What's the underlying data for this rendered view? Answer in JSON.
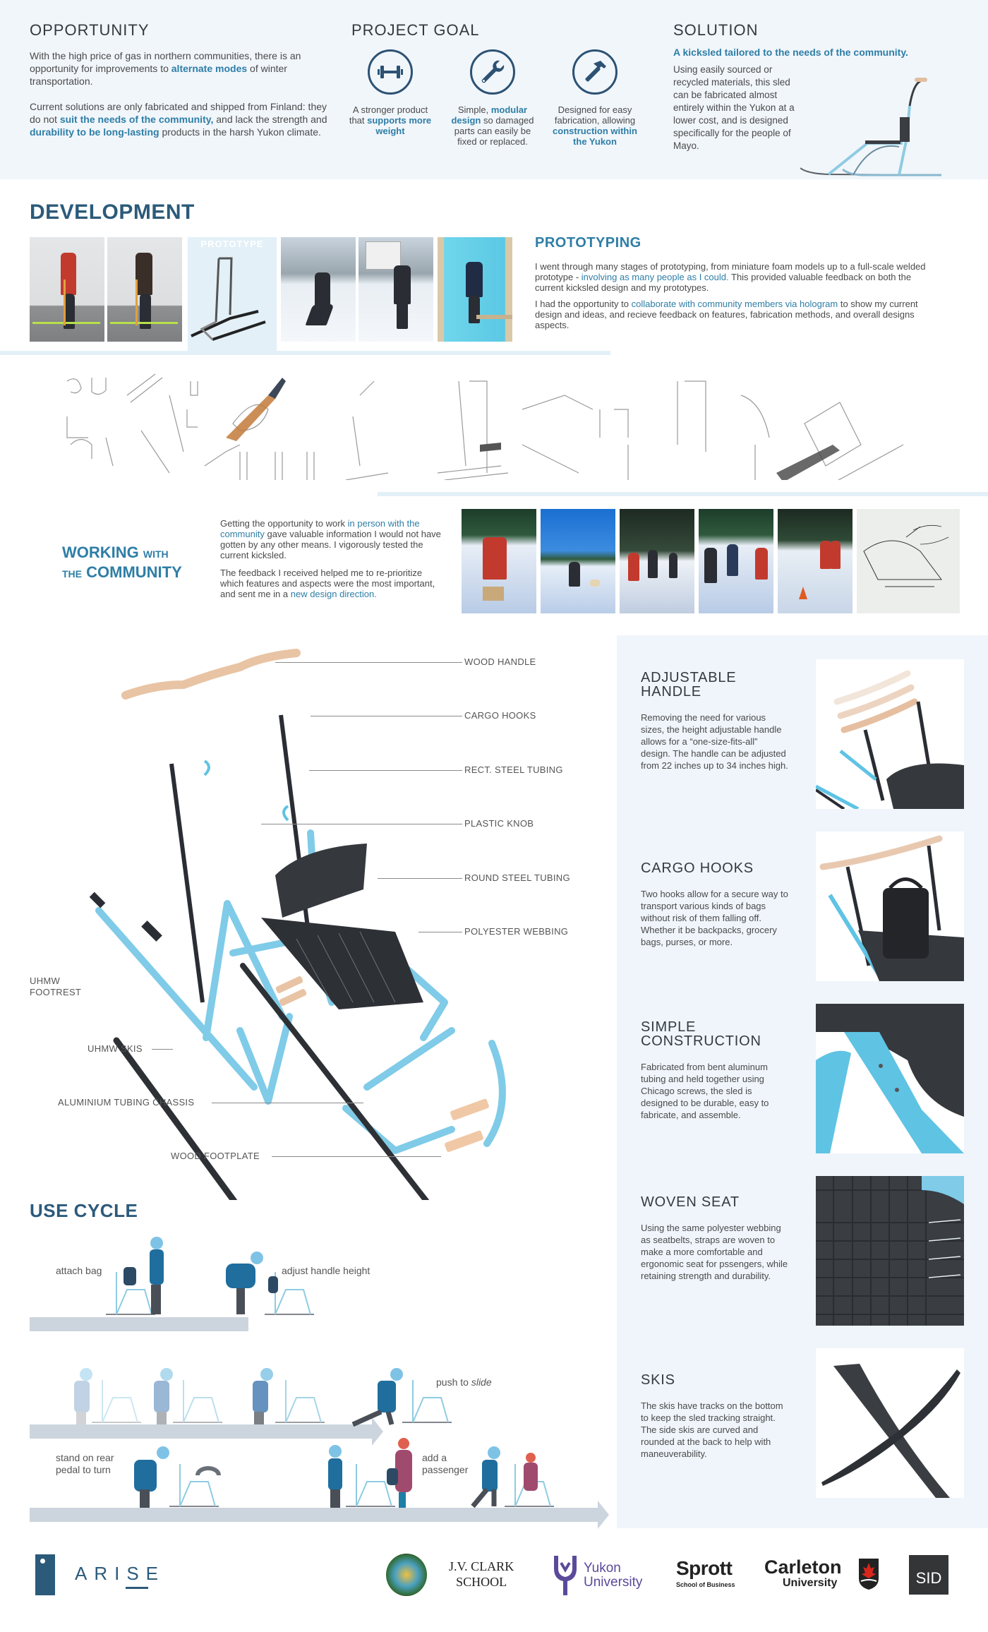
{
  "opportunity": {
    "title": "OPPORTUNITY",
    "p1_a": "With the high price of gas in northern communities, there is an opportunity for improvements to ",
    "p1_hl": "alternate modes",
    "p1_b": " of winter transportation.",
    "p2_a": "Current solutions are only fabricated and shipped from Finland: they do not ",
    "p2_hl1": "suit the needs of the community,",
    "p2_b": " and lack the strength and ",
    "p2_hl2": "durability to be long-lasting",
    "p2_c": " products in the harsh Yukon climate."
  },
  "project_goal": {
    "title": "PROJECT GOAL",
    "items": [
      {
        "icon": "dumbbell-icon",
        "text_a": "A stronger product that ",
        "hl": "supports more weight",
        "text_b": ""
      },
      {
        "icon": "wrench-icon",
        "text_a": "Simple, ",
        "hl": "modular design",
        "text_b": " so damaged parts can easily be fixed or replaced."
      },
      {
        "icon": "hammer-icon",
        "text_a": "Designed for easy fabrication, allowing ",
        "hl": "construction within the Yukon",
        "text_b": ""
      }
    ]
  },
  "solution": {
    "title": "SOLUTION",
    "subtitle": "A kicksled tailored to the needs of the community.",
    "body": "Using easily sourced or recycled materials, this sled can be fabricated almost entirely within the Yukon at a lower cost, and is designed specifically for the people of Mayo."
  },
  "development": {
    "title": "DEVELOPMENT",
    "prototype_label": "PROTOTYPE",
    "prototyping_title": "PROTOTYPING",
    "p1_a": "I went through many stages of prototyping, from miniature foam models up to a full-scale welded prototype - ",
    "p1_hl": "involving as many people as I could.",
    "p1_b": " This provided valuable feedback on both the current kicksled design and my prototypes.",
    "p2_a": "I had the opportunity to ",
    "p2_hl": "collaborate with community members via hologram",
    "p2_b": " to show my current design and ideas, and recieve feedback on features, fabrication methods, and overall designs aspects."
  },
  "community": {
    "title_big1": "WORKING",
    "title_small1": "WITH",
    "title_small2": "THE",
    "title_big2": "COMMUNITY",
    "p1_a": "Getting the opportunity to work ",
    "p1_hl": "in person with the community",
    "p1_b": " gave valuable information I would not have gotten by any other means. I vigorously tested the current kicksled.",
    "p2_a": "The feedback I received helped me to re-prioritize which features and aspects were the most important, and sent me in a ",
    "p2_hl": "new design direction."
  },
  "exploded_view": {
    "labels": {
      "wood_handle": "WOOD HANDLE",
      "cargo_hooks": "CARGO HOOKS",
      "rect_steel": "RECT. STEEL TUBING",
      "plastic_knob": "PLASTIC KNOB",
      "round_steel": "ROUND STEEL TUBING",
      "polyester": "POLYESTER WEBBING",
      "uhmw_footrest": "UHMW\nFOOTREST",
      "uhmw_skis": "UHMW SKIS",
      "chassis": "ALUMINIUM TUBING CHASSIS",
      "footplate": "WOOD FOOTPLATE"
    }
  },
  "features": [
    {
      "title": "ADJUSTABLE HANDLE",
      "body": "Removing the need for various sizes, the height adjustable handle allows for a “one-size-fits-all” design. The handle can be adjusted from 22 inches up to 34 inches high."
    },
    {
      "title": "CARGO HOOKS",
      "body": "Two hooks allow for a secure way to transport various kinds of bags without risk of them falling off. Whether it be backpacks, grocery bags, purses, or more."
    },
    {
      "title": "SIMPLE CONSTRUCTION",
      "body": "Fabricated from bent aluminum tubing and held together using Chicago screws, the sled is designed to be durable, easy to fabricate, and assemble."
    },
    {
      "title": "WOVEN SEAT",
      "body": "Using the same polyester webbing as seatbelts, straps are woven to make a more comfortable and ergonomic seat for pssengers, while retaining strength and durability."
    },
    {
      "title": "SKIS",
      "body": "The skis have tracks on the bottom to keep the sled tracking straight. The side skis are curved and rounded at the back to help with maneuverability."
    }
  ],
  "use_cycle": {
    "title": "USE CYCLE",
    "steps": {
      "attach_bag": "attach bag",
      "adjust_handle": "adjust handle height",
      "push_a": "push to ",
      "push_em": "slide",
      "stand_rear": "stand on rear\npedal to turn",
      "add_passenger": "add a\npassenger"
    }
  },
  "logos": {
    "arise": "ARISE",
    "jvclark_1": "J.V. CLARK",
    "jvclark_2": "SCHOOL",
    "yukon_1": "Yukon",
    "yukon_2": "University",
    "sprott_1": "Sprott",
    "sprott_2": "School of Business",
    "carleton_1": "Carleton",
    "carleton_2": "University",
    "sid": "SID"
  },
  "colors": {
    "accent_teal": "#2e7ea6",
    "navy": "#2c5a7a",
    "sled_blue": "#6cc3e6",
    "panel_bg": "#eff5fb"
  }
}
